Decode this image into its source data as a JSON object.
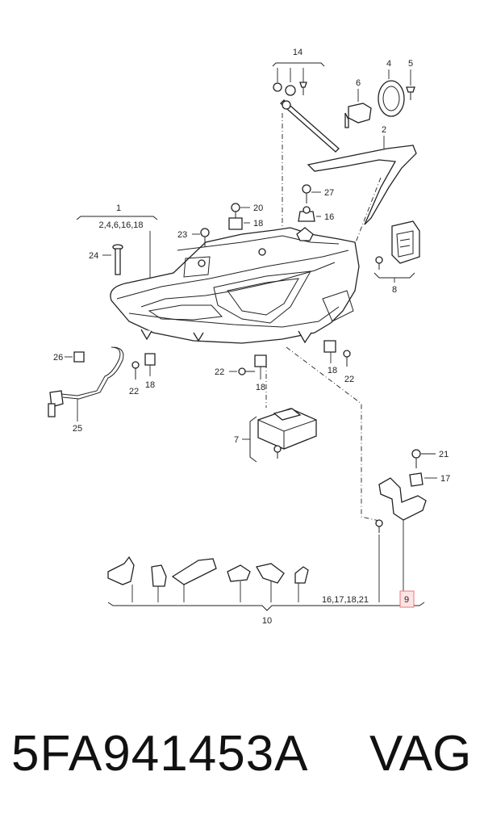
{
  "callouts": {
    "c1": "1",
    "c1_sub": "2,4,6,16,18",
    "c2": "2",
    "c4": "4",
    "c5": "5",
    "c6": "6",
    "c7": "7",
    "c8": "8",
    "c9": "9",
    "c10": "10",
    "c14": "14",
    "c16": "16",
    "c17": "17",
    "c18a": "18",
    "c18b": "18",
    "c18c": "18",
    "c18d": "18",
    "c20": "20",
    "c21": "21",
    "c21_group": "16,17,18,21",
    "c22a": "22",
    "c22b": "22",
    "c22c": "22",
    "c23": "23",
    "c24": "24",
    "c25": "25",
    "c26": "26",
    "c27": "27"
  },
  "footer": {
    "part_number": "5FA941453A",
    "brand": "VAG"
  },
  "colors": {
    "line": "#222222",
    "highlight_fill": "#fde4e4",
    "highlight_stroke": "#e87a7a"
  }
}
